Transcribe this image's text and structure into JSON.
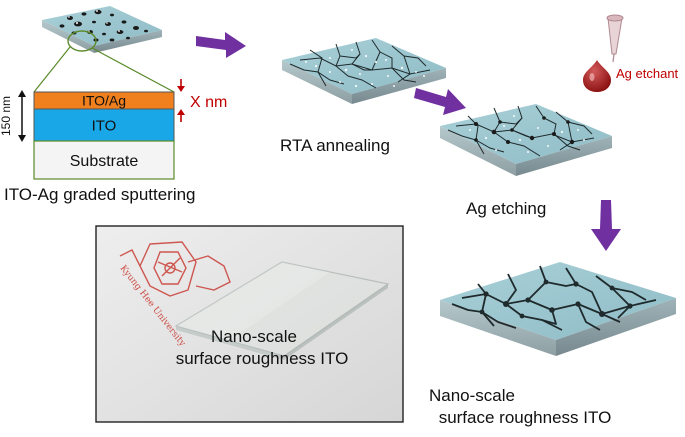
{
  "labels": {
    "sputtering": "ITO-Ag graded sputtering",
    "rta": "RTA annealing",
    "ag_etching": "Ag etching",
    "etchant": "Ag etchant",
    "result_line1": "Nano-scale",
    "result_line2": "surface roughness ITO",
    "photo_line1": "Nano-scale",
    "photo_line2": "surface roughness ITO"
  },
  "stack": {
    "layer_top": "ITO/Ag",
    "layer_mid": "ITO",
    "layer_sub": "Substrate",
    "thickness": "150 nm",
    "x_label": "X nm"
  },
  "photo": {
    "seal_text": "Kyung Hee University"
  },
  "colors": {
    "arrow": "#7030a0",
    "ito_ag": "#f07f1e",
    "ito": "#1aa7e8",
    "substrate": "#f2f2f2",
    "red": "#c00000",
    "slab_top": "#9cc6cf",
    "slab_side": "#8aa3aa"
  }
}
